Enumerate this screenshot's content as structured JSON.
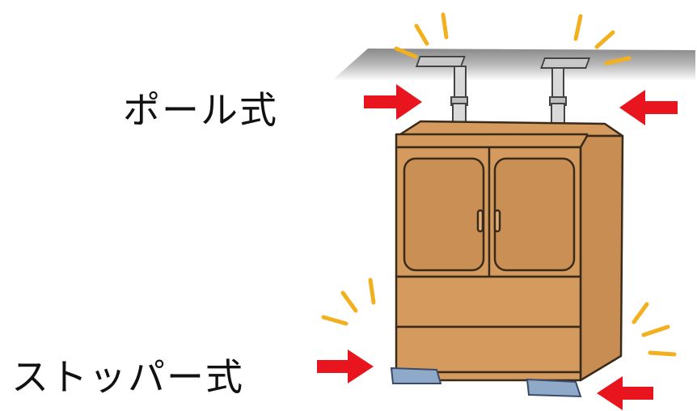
{
  "labels": {
    "pole": "ポール式",
    "stopper": "ストッパー式"
  },
  "colors": {
    "cabinet_body": "#D49A5E",
    "cabinet_side": "#C88D52",
    "outline": "#3A2A1A",
    "arrow": "#E8141E",
    "spark": "#F2B01E",
    "stopper": "#8FA9C9",
    "pole": "#C8C8C8",
    "ceiling": "#B8B8B8"
  },
  "icons": {
    "arrows": "red-push-arrow",
    "sparks": "impact-burst"
  }
}
